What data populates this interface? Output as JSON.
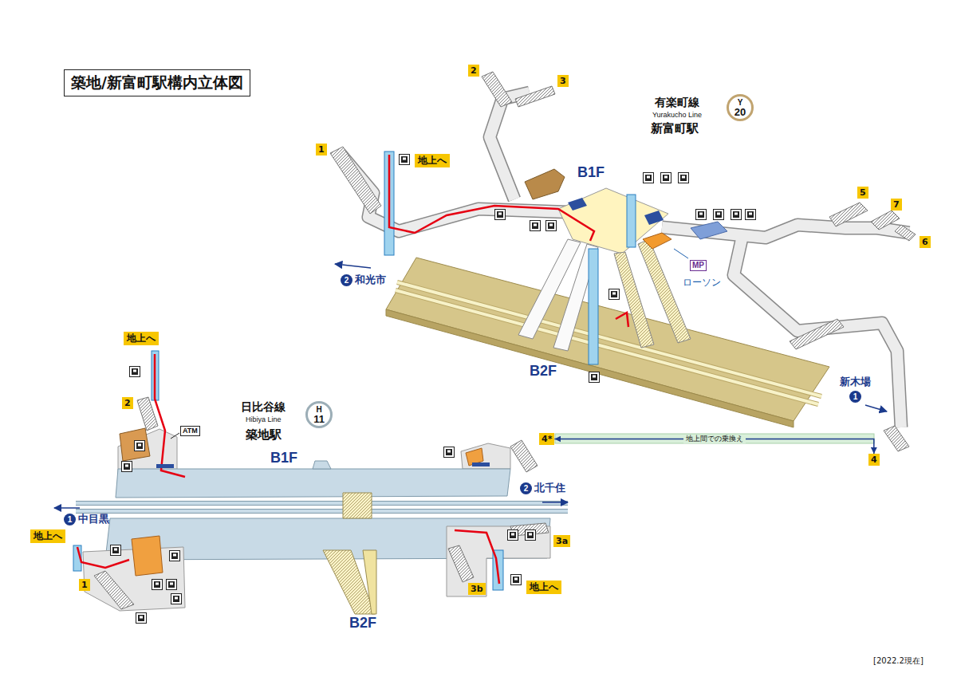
{
  "diagram": {
    "title": "築地/新富町駅構内立体図",
    "nodes": [
      {
        "text": [
          "Y",
          "20"
        ]
      },
      {
        "text": [
          "1"
        ]
      },
      {
        "text": [
          "地上へ"
        ]
      },
      {
        "text": [
          "2"
        ]
      },
      {
        "text": [
          "3"
        ]
      },
      {
        "text": [
          "5"
        ]
      },
      {
        "text": [
          "7"
        ]
      },
      {
        "text": [
          "6"
        ]
      },
      {
        "text": [
          "MP"
        ]
      },
      {
        "text": [
          "2",
          "和光市"
        ]
      },
      {
        "text": [
          "新木場",
          "1"
        ]
      },
      {
        "text": [
          "4"
        ]
      },
      {
        "text": [
          "H",
          "11"
        ]
      },
      {
        "text": [
          "地上へ"
        ]
      },
      {
        "text": [
          "2"
        ]
      },
      {
        "text": [
          "ATM"
        ]
      },
      {
        "text": [
          "4*"
        ]
      },
      {
        "text": [
          "2",
          "北千住"
        ]
      },
      {
        "text": [
          "1",
          "中目黒"
        ]
      },
      {
        "text": [
          "地上へ"
        ]
      },
      {
        "text": [
          "1"
        ]
      },
      {
        "text": [
          "3a"
        ]
      },
      {
        "text": [
          "3b"
        ]
      },
      {
        "text": [
          "地上へ"
        ]
      }
    ],
    "edges": [
      {
        "from": 16,
        "to": 11,
        "arrow": "both",
        "label": "地上間での乗換え"
      }
    ],
    "labels": [
      "有楽町線",
      "Yurakucho Line",
      "新富町駅",
      "B1F",
      "B2F",
      "ローソン",
      "日比谷線",
      "Hibiya Line",
      "築地駅",
      "B1F",
      "B2F",
      "[2022.2現在]"
    ]
  }
}
